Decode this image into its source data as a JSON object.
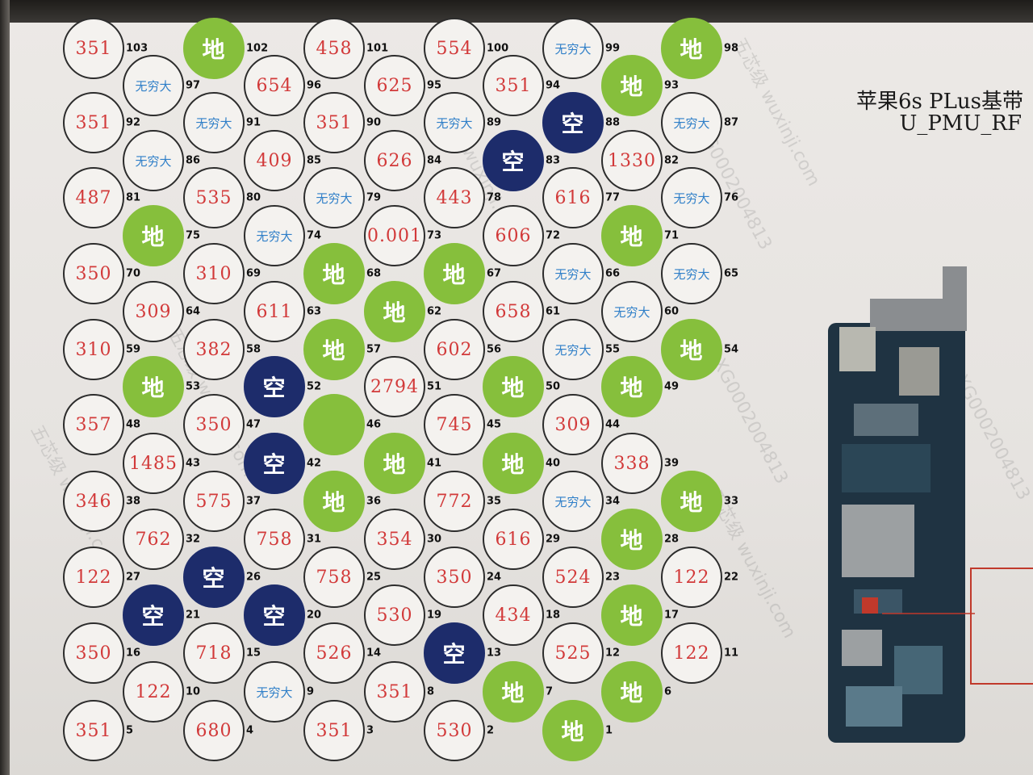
{
  "title": {
    "line1": "苹果6s PLus基带",
    "line2": "U_PMU_RF"
  },
  "watermark": {
    "text1": "五芯级 wuxinji.com",
    "text2": "XG0002004813"
  },
  "legend_colors": {
    "ground": "#86bf3c",
    "no_connect": "#1d2c6b",
    "value_text": "#d23a3a",
    "infinity_text": "#2f7fc8"
  },
  "pins": [
    {
      "n": "103",
      "v": "351",
      "t": "val"
    },
    {
      "n": "102",
      "v": "地",
      "t": "gnd"
    },
    {
      "n": "101",
      "v": "458",
      "t": "val"
    },
    {
      "n": "100",
      "v": "554",
      "t": "val"
    },
    {
      "n": "99",
      "v": "无穷大",
      "t": "inf"
    },
    {
      "n": "98",
      "v": "地",
      "t": "gnd"
    },
    {
      "n": "97",
      "v": "无穷大",
      "t": "inf"
    },
    {
      "n": "96",
      "v": "654",
      "t": "val"
    },
    {
      "n": "95",
      "v": "625",
      "t": "val"
    },
    {
      "n": "94",
      "v": "351",
      "t": "val"
    },
    {
      "n": "93",
      "v": "地",
      "t": "gnd"
    },
    {
      "n": "92",
      "v": "351",
      "t": "val"
    },
    {
      "n": "91",
      "v": "无穷大",
      "t": "inf"
    },
    {
      "n": "90",
      "v": "351",
      "t": "val"
    },
    {
      "n": "89",
      "v": "无穷大",
      "t": "inf"
    },
    {
      "n": "88",
      "v": "空",
      "t": "nc"
    },
    {
      "n": "87",
      "v": "无穷大",
      "t": "inf"
    },
    {
      "n": "86",
      "v": "无穷大",
      "t": "inf"
    },
    {
      "n": "85",
      "v": "409",
      "t": "val"
    },
    {
      "n": "84",
      "v": "626",
      "t": "val"
    },
    {
      "n": "83",
      "v": "空",
      "t": "nc"
    },
    {
      "n": "82",
      "v": "1330",
      "t": "val"
    },
    {
      "n": "81",
      "v": "487",
      "t": "val"
    },
    {
      "n": "80",
      "v": "535",
      "t": "val"
    },
    {
      "n": "79",
      "v": "无穷大",
      "t": "inf"
    },
    {
      "n": "78",
      "v": "443",
      "t": "val"
    },
    {
      "n": "77",
      "v": "616",
      "t": "val"
    },
    {
      "n": "76",
      "v": "无穷大",
      "t": "inf"
    },
    {
      "n": "75",
      "v": "地",
      "t": "gnd"
    },
    {
      "n": "74",
      "v": "无穷大",
      "t": "inf"
    },
    {
      "n": "73",
      "v": "0.001",
      "t": "val"
    },
    {
      "n": "72",
      "v": "606",
      "t": "val"
    },
    {
      "n": "71",
      "v": "地",
      "t": "gnd"
    },
    {
      "n": "70",
      "v": "350",
      "t": "val"
    },
    {
      "n": "69",
      "v": "310",
      "t": "val"
    },
    {
      "n": "68",
      "v": "地",
      "t": "gnd"
    },
    {
      "n": "67",
      "v": "地",
      "t": "gnd"
    },
    {
      "n": "66",
      "v": "无穷大",
      "t": "inf"
    },
    {
      "n": "65",
      "v": "无穷大",
      "t": "inf"
    },
    {
      "n": "64",
      "v": "309",
      "t": "val"
    },
    {
      "n": "63",
      "v": "611",
      "t": "val"
    },
    {
      "n": "62",
      "v": "地",
      "t": "gnd"
    },
    {
      "n": "61",
      "v": "658",
      "t": "val"
    },
    {
      "n": "60",
      "v": "无穷大",
      "t": "inf"
    },
    {
      "n": "59",
      "v": "310",
      "t": "val"
    },
    {
      "n": "58",
      "v": "382",
      "t": "val"
    },
    {
      "n": "57",
      "v": "地",
      "t": "gnd"
    },
    {
      "n": "56",
      "v": "602",
      "t": "val"
    },
    {
      "n": "55",
      "v": "无穷大",
      "t": "inf"
    },
    {
      "n": "54",
      "v": "地",
      "t": "gnd"
    },
    {
      "n": "53",
      "v": "地",
      "t": "gnd"
    },
    {
      "n": "52",
      "v": "空",
      "t": "nc"
    },
    {
      "n": "51",
      "v": "2794",
      "t": "val"
    },
    {
      "n": "50",
      "v": "地",
      "t": "gnd"
    },
    {
      "n": "49",
      "v": "地",
      "t": "gnd"
    },
    {
      "n": "48",
      "v": "357",
      "t": "val"
    },
    {
      "n": "47",
      "v": "350",
      "t": "val"
    },
    {
      "n": "46",
      "v": "",
      "t": "empty"
    },
    {
      "n": "45",
      "v": "745",
      "t": "val"
    },
    {
      "n": "44",
      "v": "309",
      "t": "val"
    },
    {
      "n": "43",
      "v": "1485",
      "t": "val"
    },
    {
      "n": "42",
      "v": "空",
      "t": "nc"
    },
    {
      "n": "41",
      "v": "地",
      "t": "gnd"
    },
    {
      "n": "40",
      "v": "地",
      "t": "gnd"
    },
    {
      "n": "39",
      "v": "338",
      "t": "val"
    },
    {
      "n": "38",
      "v": "346",
      "t": "val"
    },
    {
      "n": "37",
      "v": "575",
      "t": "val"
    },
    {
      "n": "36",
      "v": "地",
      "t": "gnd"
    },
    {
      "n": "35",
      "v": "772",
      "t": "val"
    },
    {
      "n": "34",
      "v": "无穷大",
      "t": "inf"
    },
    {
      "n": "33",
      "v": "地",
      "t": "gnd"
    },
    {
      "n": "32",
      "v": "762",
      "t": "val"
    },
    {
      "n": "31",
      "v": "758",
      "t": "val"
    },
    {
      "n": "30",
      "v": "354",
      "t": "val"
    },
    {
      "n": "29",
      "v": "616",
      "t": "val"
    },
    {
      "n": "28",
      "v": "地",
      "t": "gnd"
    },
    {
      "n": "27",
      "v": "122",
      "t": "val"
    },
    {
      "n": "26",
      "v": "空",
      "t": "nc"
    },
    {
      "n": "25",
      "v": "758",
      "t": "val"
    },
    {
      "n": "24",
      "v": "350",
      "t": "val"
    },
    {
      "n": "23",
      "v": "524",
      "t": "val"
    },
    {
      "n": "22",
      "v": "122",
      "t": "val"
    },
    {
      "n": "21",
      "v": "空",
      "t": "nc"
    },
    {
      "n": "20",
      "v": "空",
      "t": "nc"
    },
    {
      "n": "19",
      "v": "530",
      "t": "val"
    },
    {
      "n": "18",
      "v": "434",
      "t": "val"
    },
    {
      "n": "17",
      "v": "地",
      "t": "gnd"
    },
    {
      "n": "16",
      "v": "350",
      "t": "val"
    },
    {
      "n": "15",
      "v": "718",
      "t": "val"
    },
    {
      "n": "14",
      "v": "526",
      "t": "val"
    },
    {
      "n": "13",
      "v": "空",
      "t": "nc"
    },
    {
      "n": "12",
      "v": "525",
      "t": "val"
    },
    {
      "n": "11",
      "v": "122",
      "t": "val"
    },
    {
      "n": "10",
      "v": "122",
      "t": "val"
    },
    {
      "n": "9",
      "v": "无穷大",
      "t": "inf"
    },
    {
      "n": "8",
      "v": "351",
      "t": "val"
    },
    {
      "n": "7",
      "v": "地",
      "t": "gnd"
    },
    {
      "n": "6",
      "v": "地",
      "t": "gnd"
    },
    {
      "n": "5",
      "v": "351",
      "t": "val"
    },
    {
      "n": "4",
      "v": "680",
      "t": "val"
    },
    {
      "n": "3",
      "v": "351",
      "t": "val"
    },
    {
      "n": "2",
      "v": "530",
      "t": "val"
    },
    {
      "n": "1",
      "v": "地",
      "t": "gnd"
    }
  ]
}
